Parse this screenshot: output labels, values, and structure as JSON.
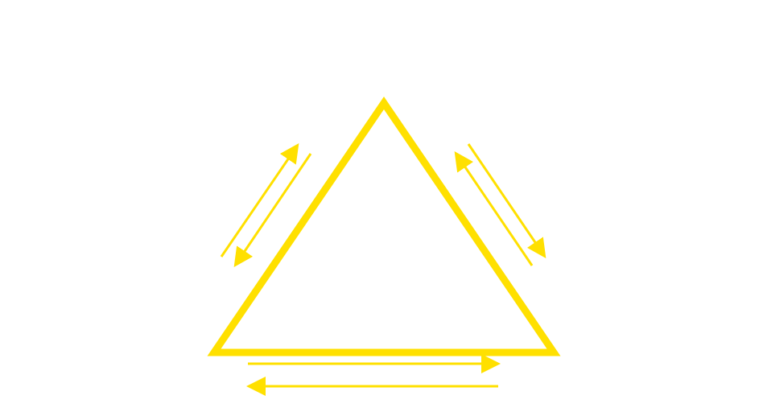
{
  "diagram": {
    "shape": "triangle",
    "stroke_color": "#FFE000",
    "arrow_color": "#FFE000",
    "background_color": "#FFFFFF",
    "arrow_pairs": [
      {
        "side": "left",
        "directions": [
          "up-right",
          "down-left"
        ]
      },
      {
        "side": "right",
        "directions": [
          "up-left",
          "down-right"
        ]
      },
      {
        "side": "bottom",
        "directions": [
          "right",
          "left"
        ]
      }
    ]
  }
}
